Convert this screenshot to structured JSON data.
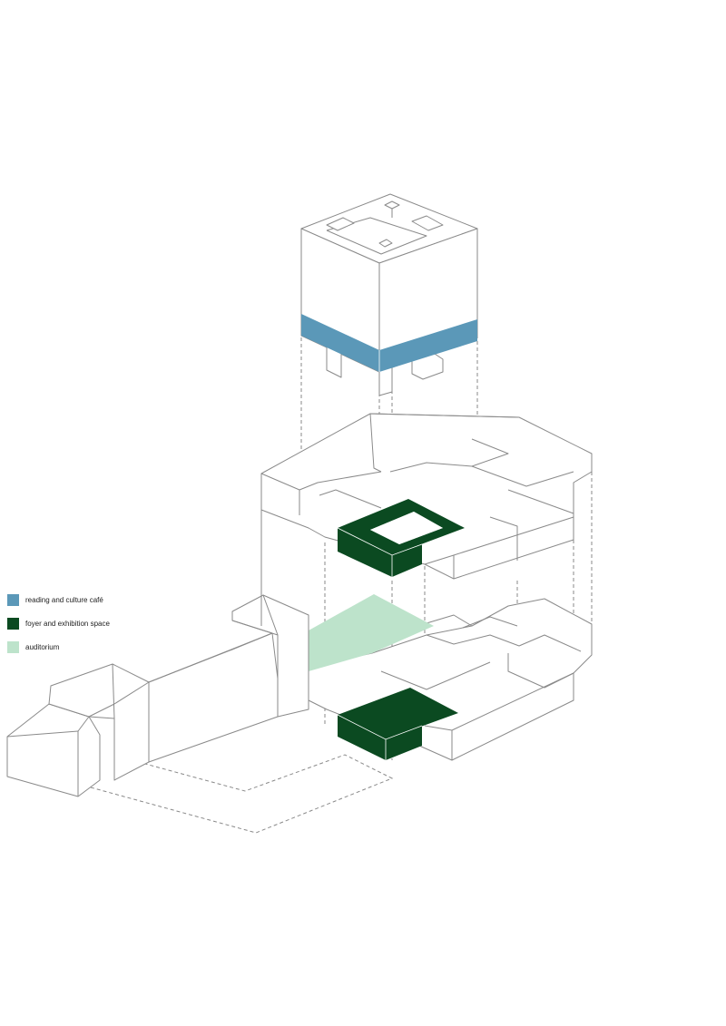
{
  "colors": {
    "cafe": "#5b98b8",
    "foyer": "#0b4a21",
    "auditorium": "#bde3cb",
    "line": "#8a8a8a"
  },
  "legend": [
    {
      "label": "reading and culture café",
      "color": "#5b98b8"
    },
    {
      "label": "foyer and exhibition space",
      "color": "#0b4a21"
    },
    {
      "label": "auditorium",
      "color": "#bde3cb"
    }
  ]
}
